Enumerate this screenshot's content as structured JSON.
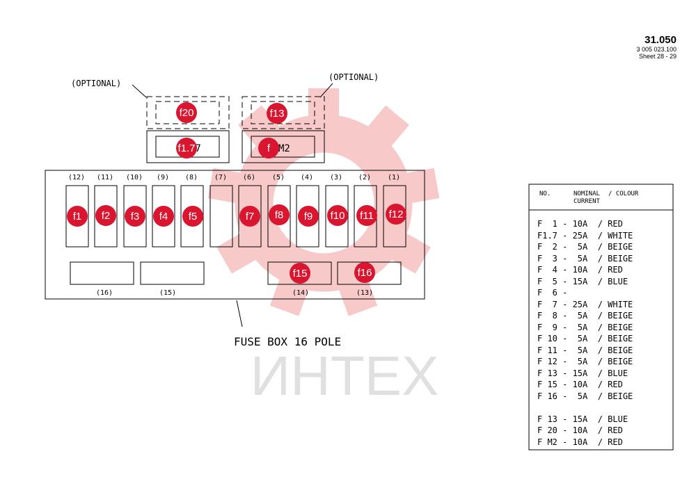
{
  "sheet": {
    "number": "31.050",
    "code": "3 005 023.100",
    "sheet_label": "Sheet 28 - 29"
  },
  "optional_labels": [
    "(OPTIONAL)",
    "(OPTIONAL)"
  ],
  "watermark_text": "ИНТЕХ",
  "box_labels": {
    "left_relay": "F1.7",
    "right_relay": "F M2"
  },
  "position_labels": [
    "(12)",
    "(11)",
    "(10)",
    "(9)",
    "(8)",
    "(7)",
    "(6)",
    "(5)",
    "(4)",
    "(3)",
    "(2)",
    "(1)"
  ],
  "bottom_position_labels": [
    "(16)",
    "(15)",
    "(14)",
    "(13)"
  ],
  "fuse_badges": [
    "f1",
    "f2",
    "f3",
    "f4",
    "f5",
    "f7",
    "f8",
    "f9",
    "f10",
    "f11",
    "f12"
  ],
  "bottom_badges": [
    "f15",
    "f16"
  ],
  "top_badges": {
    "optional_left": "f20",
    "optional_right": "f13",
    "relay_left": "f1.7",
    "relay_right": "f"
  },
  "caption": "FUSE BOX 16 POLE",
  "legend": {
    "header_no": "NO.",
    "header_nominal": "NOMINAL",
    "header_current": "CURRENT",
    "header_colour": "/ COLOUR",
    "rows": [
      "F  1 - 10A  / RED",
      "F1.7 - 25A  / WHITE",
      "F  2 -  5A  / BEIGE",
      "F  3 -  5A  / BEIGE",
      "F  4 - 10A  / RED",
      "F  5 - 15A  / BLUE",
      "F  6 -",
      "F  7 - 25A  / WHITE",
      "F  8 -  5A  / BEIGE",
      "F  9 -  5A  / BEIGE",
      "F 10 -  5A  / BEIGE",
      "F 11 -  5A  / BEIGE",
      "F 12 -  5A  / BEIGE",
      "F 13 - 15A  / BLUE",
      "F 15 - 10A  / RED",
      "F 16 -  5A  / BEIGE"
    ],
    "extra_rows": [
      "F 13 - 15A  / BLUE",
      "F 20 - 10A  / RED",
      "F M2 - 10A  / RED"
    ]
  },
  "colors": {
    "badge": "#d9152f",
    "watermark_gear": "#f7c4c4",
    "watermark_text": "#e0e0e0",
    "line": "#000000"
  }
}
